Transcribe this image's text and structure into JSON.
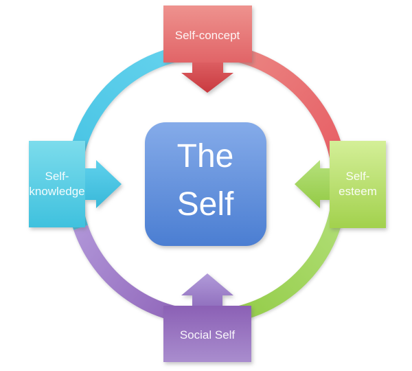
{
  "diagram": {
    "type": "cycle",
    "background": "#ffffff",
    "center": {
      "id": "the-self",
      "lines": [
        "The",
        "Self"
      ],
      "color": "#5b8edd"
    },
    "nodes": [
      {
        "id": "self-concept",
        "position": "top",
        "lines": [
          "Self-concept"
        ],
        "color": "#e87b7a",
        "arrow": "down"
      },
      {
        "id": "self-knowledge",
        "position": "left",
        "lines": [
          "Self-",
          "knowledge"
        ],
        "color": "#4fc7e6",
        "arrow": "right"
      },
      {
        "id": "self-esteem",
        "position": "right",
        "lines": [
          "Self-",
          "esteem"
        ],
        "color": "#aad75e",
        "arrow": "left"
      },
      {
        "id": "social-self",
        "position": "bottom",
        "lines": [
          "Social Self"
        ],
        "color": "#9571c3",
        "arrow": "up"
      }
    ],
    "ring_segments": [
      {
        "segment": "top-left",
        "color": "#52c8e8"
      },
      {
        "segment": "bottom-left",
        "color": "#9b7bc8"
      },
      {
        "segment": "bottom-right",
        "color": "#a3d55a"
      },
      {
        "segment": "top-right",
        "color": "#e9696d"
      }
    ]
  }
}
